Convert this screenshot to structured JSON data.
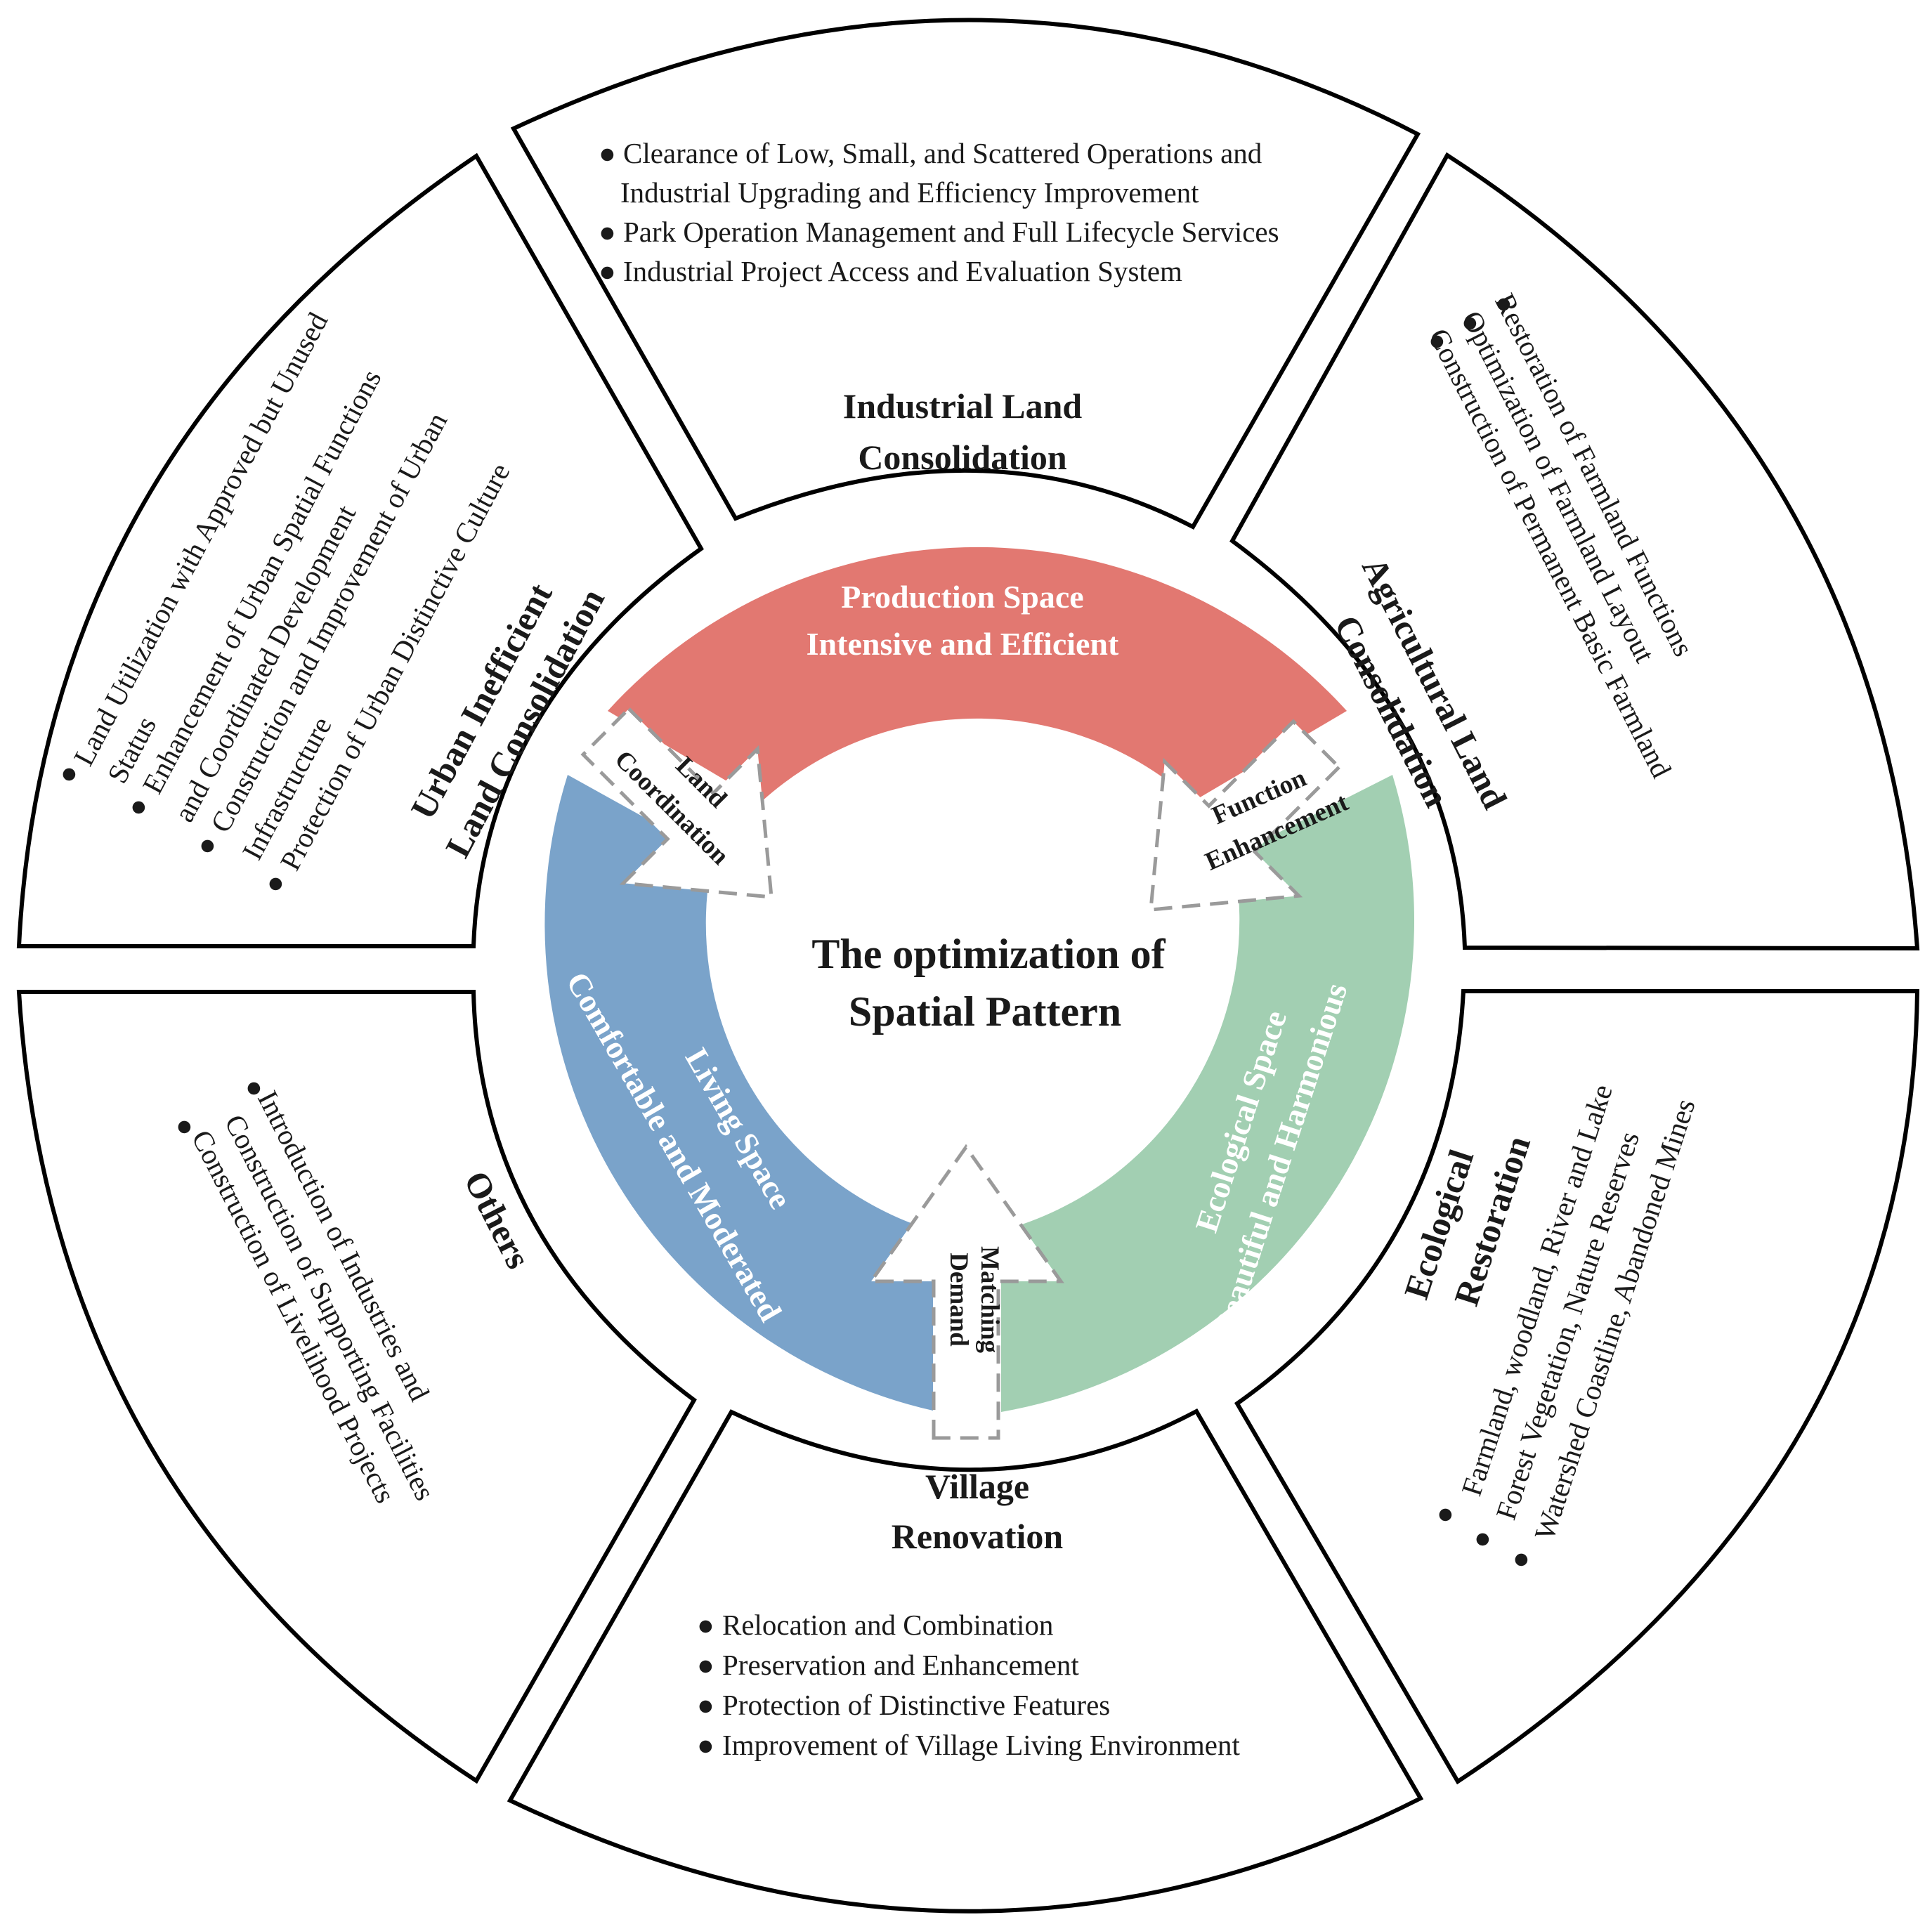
{
  "center": {
    "line1": "The optimization of",
    "line2": "Spatial Pattern"
  },
  "ring": {
    "production": {
      "line1": "Production Space",
      "line2": "Intensive and Efficient",
      "color": "#e27871"
    },
    "ecological": {
      "line1": "Ecological Space",
      "line2": "Beautiful and Harmonious",
      "color": "#a2cfb2"
    },
    "living": {
      "line1": "Living Space",
      "line2": "Comfortable and Moderated",
      "color": "#7aa3ca"
    }
  },
  "arrows": {
    "land_coordination": {
      "line1": "Land",
      "line2": "Coordination"
    },
    "function_enhancement": {
      "line1": "Function",
      "line2": "Enhancement"
    },
    "demand_matching": {
      "line1": "Demand",
      "line2": "Matching"
    }
  },
  "segments": {
    "industrial": {
      "title": [
        "Industrial Land",
        "Consolidation"
      ],
      "items": [
        "Clearance of Low, Small, and Scattered Operations and",
        "Industrial Upgrading and Efficiency Improvement",
        "Park Operation Management and Full Lifecycle Services",
        "Industrial Project Access and Evaluation System"
      ]
    },
    "agricultural": {
      "title": [
        "Agricultural Land",
        "Consolidation"
      ],
      "items": [
        "Restoration of Farmland Functions",
        "Optimization of Farmland Layout",
        "Construction of Permanent Basic Farmland"
      ]
    },
    "ecological": {
      "title": [
        "Ecological",
        "Restoration"
      ],
      "items": [
        "Farmland, woodland, River and Lake",
        "Forest Vegetation, Nature Reserves",
        "Watershed Coastline, Abandoned Mines"
      ]
    },
    "village": {
      "title": [
        "Village",
        "Renovation"
      ],
      "items": [
        "Relocation and Combination",
        "Preservation and Enhancement",
        "Protection of Distinctive Features",
        "Improvement of Village Living Environment"
      ]
    },
    "others": {
      "title": [
        "Others"
      ],
      "items": [
        "Introduction of Industries and",
        "Construction of Supporting Facilities",
        "Construction of Livelihood Projects"
      ]
    },
    "urban": {
      "title": [
        "Urban Inefficient",
        "Land Consolidation"
      ],
      "items": [
        "Land Utilization with Approved but Unused",
        "Status",
        "Enhancement of Urban Spatial Functions",
        "and Coordinated Development",
        "Construction and Improvement of Urban",
        "Infrastructure",
        "Protection of Urban Distinctive Culture"
      ]
    }
  }
}
